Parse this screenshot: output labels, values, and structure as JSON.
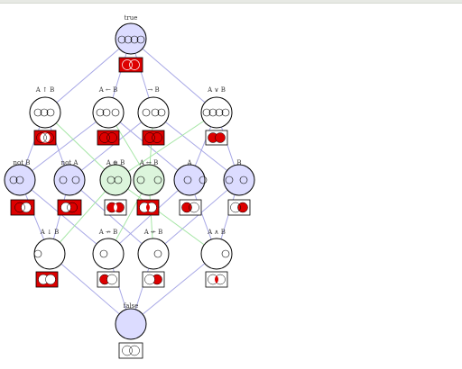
{
  "diagram": {
    "labels": {
      "true": "true",
      "a_up_b": "A ↑ B",
      "a_left_b": "A ← B",
      "a_right_b": "→ B",
      "a_or_b": "A ∨ B",
      "not_b": "not B",
      "not_a": "not A",
      "a_xor_b": "A ⊕ B",
      "a_iff_b": "A ↔ B",
      "a": "A",
      "b": "B",
      "a_down_b": "A ↓ B",
      "a_nright_b": "A ↛ B",
      "a_nleft_b": "A ↚ B",
      "a_and_b": "A ∧ B",
      "false": "false"
    },
    "colors": {
      "lattice_edge": "#a8a8e6",
      "cross_edge": "#a6e6a6",
      "node_blue": "#dcdcff",
      "node_green": "#dcf5dc",
      "venn_red": "#dd0000"
    }
  }
}
